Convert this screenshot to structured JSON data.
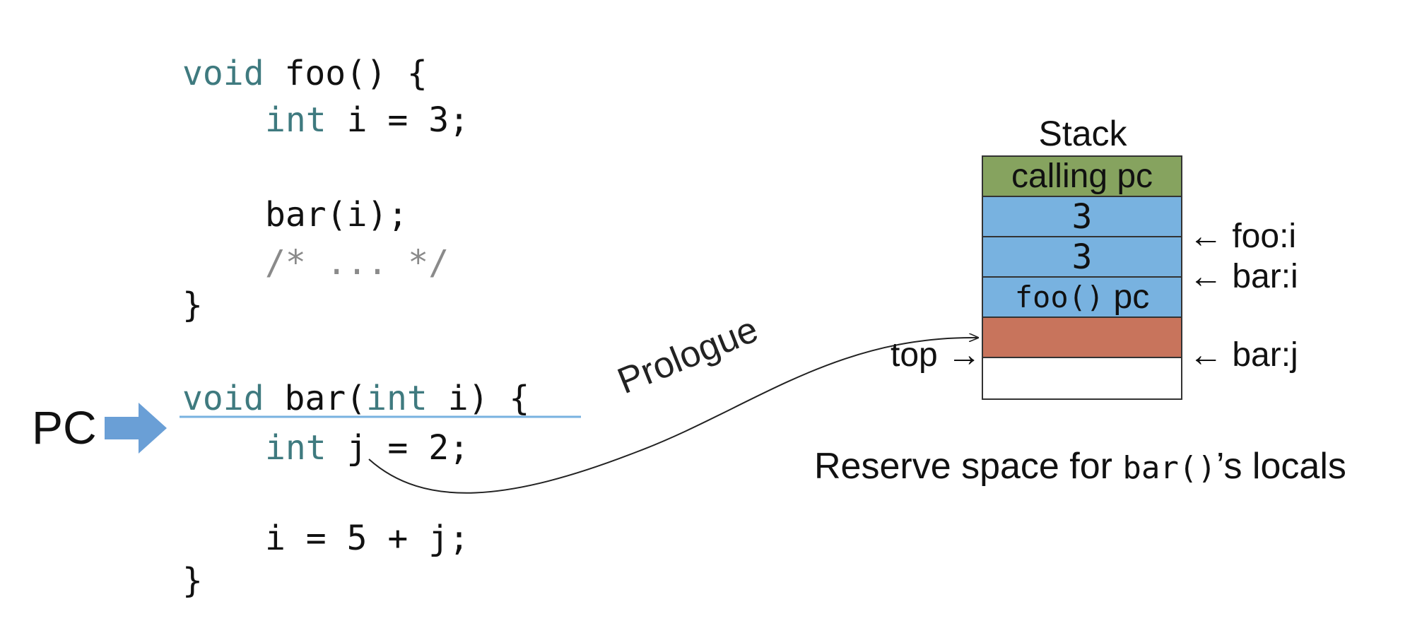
{
  "code": {
    "foo_sig": {
      "kw": "void",
      "rest": " foo() {"
    },
    "foo_decl": {
      "kw": "int",
      "rest": " i = 3;"
    },
    "foo_call": "bar(i);",
    "foo_comment": "/* ... */",
    "foo_close": "}",
    "bar_sig": {
      "kw1": "void",
      "mid": " bar(",
      "kw2": "int",
      "rest": " i) {"
    },
    "bar_decl": {
      "kw": "int",
      "rest": " j = 2;"
    },
    "bar_assign": "i = 5 + j;",
    "bar_close": "}"
  },
  "pc_label": "PC",
  "prologue_label": "Prologue",
  "stack": {
    "title": "Stack",
    "cells": [
      {
        "text": "calling pc",
        "color": "#86a35f"
      },
      {
        "text": "3",
        "color": "#78b2e0"
      },
      {
        "text": "3",
        "color": "#78b2e0"
      },
      {
        "text_mono": "foo()",
        "text": " pc",
        "color": "#78b2e0"
      },
      {
        "text": "",
        "color": "#c8745c"
      },
      {
        "text": "",
        "color": "#ffffff"
      }
    ],
    "labels": {
      "foo_i": "← foo:i",
      "bar_i": "← bar:i",
      "bar_j": "← bar:j",
      "top": "top →"
    }
  },
  "caption": {
    "before": "Reserve space for ",
    "mono": "bar()",
    "after": "’s locals"
  },
  "colors": {
    "pc_arrow": "#6a9fd6",
    "keyword": "#3f7a7f",
    "comment": "#8a8a8a",
    "pc_line": "#78b2e0"
  }
}
